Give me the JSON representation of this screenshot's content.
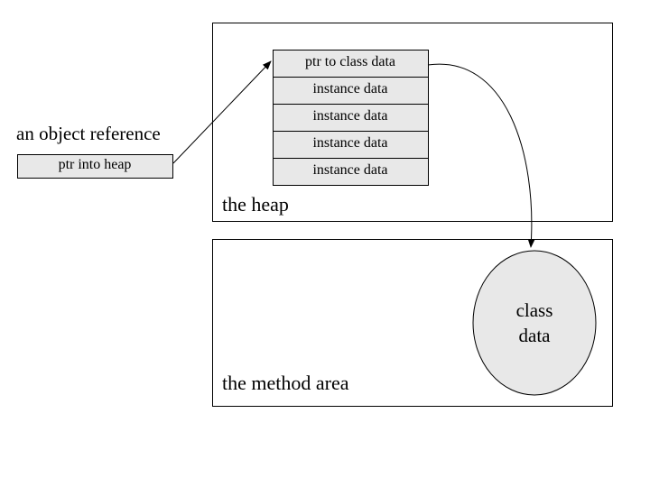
{
  "reference": {
    "label": "an object reference",
    "cell": "ptr into heap"
  },
  "heap": {
    "label": "the heap",
    "cells": [
      "ptr to class data",
      "instance data",
      "instance data",
      "instance data",
      "instance data"
    ]
  },
  "method_area": {
    "label": "the method area",
    "class_data_line1": "class",
    "class_data_line2": "data"
  },
  "colors": {
    "cell_fill": "#e8e8e8",
    "stroke": "#000000",
    "background": "#ffffff"
  }
}
